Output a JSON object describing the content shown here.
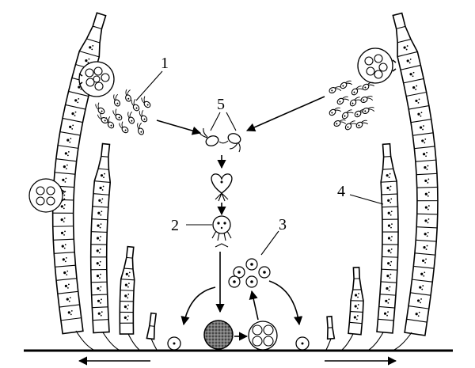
{
  "diagram": {
    "labels": [
      {
        "id": "1",
        "text": "1"
      },
      {
        "id": "2",
        "text": "2"
      },
      {
        "id": "3",
        "text": "3"
      },
      {
        "id": "4",
        "text": "4"
      },
      {
        "id": "5",
        "text": "5"
      }
    ],
    "colors": {
      "ink": "#000000",
      "paper": "#ffffff",
      "zygote_fill": "#555555"
    },
    "icons": [
      "filament-icon",
      "zoospore-icon",
      "gamete-icon",
      "zygote-icon",
      "arrow-icon"
    ]
  }
}
